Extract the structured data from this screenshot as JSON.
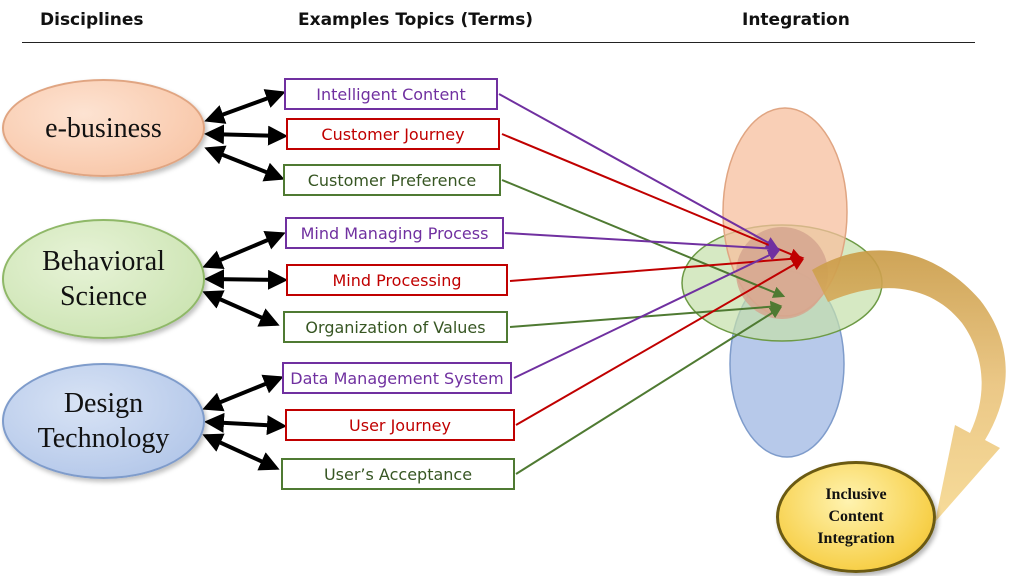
{
  "headers": {
    "disciplines": "Disciplines",
    "examples": "Examples Topics (Terms)",
    "integration": "Integration"
  },
  "disciplines": {
    "ebusiness": {
      "line1": "e-business",
      "color": "#f7bf9d"
    },
    "behavioral": {
      "line1": "Behavioral",
      "line2": "Science",
      "color": "#c5e0a9"
    },
    "design": {
      "line1": "Design",
      "line2": "Technology",
      "color": "#aac0e6"
    }
  },
  "topics": [
    {
      "label": "Intelligent Content",
      "color": "#7030a0"
    },
    {
      "label": "Customer Journey",
      "color": "#c00000"
    },
    {
      "label": "Customer Preference",
      "color": "#4f7a32"
    },
    {
      "label": "Mind Managing Process",
      "color": "#7030a0"
    },
    {
      "label": "Mind Processing",
      "color": "#c00000"
    },
    {
      "label": "Organization of Values",
      "color": "#4f7a32"
    },
    {
      "label": "Data Management System",
      "color": "#7030a0"
    },
    {
      "label": "User Journey",
      "color": "#c00000"
    },
    {
      "label": "User’s Acceptance",
      "color": "#4f7a32"
    }
  ],
  "result": {
    "line1": "Inclusive",
    "line2": "Content",
    "line3": "Integration",
    "color": "#f7d04a"
  }
}
